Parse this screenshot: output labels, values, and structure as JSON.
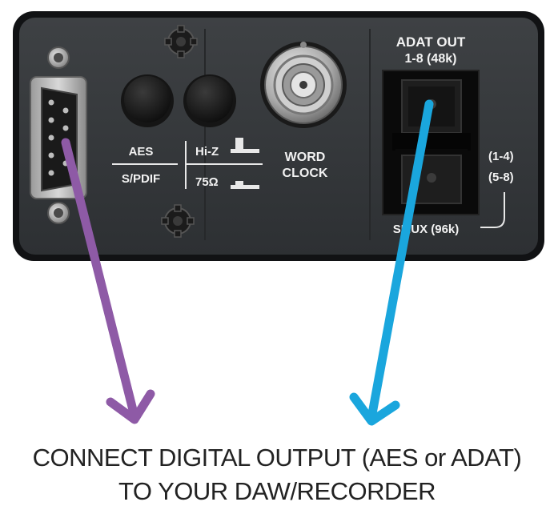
{
  "panel": {
    "labels": {
      "aes": "AES",
      "spdif": "S/PDIF",
      "hiz": "Hi-Z",
      "ohm75": "75Ω",
      "word": "WORD",
      "clock": "CLOCK",
      "adat_out": "ADAT OUT",
      "adat_range": "1-8 (48k)",
      "range_1_4": "(1-4)",
      "range_5_8": "(5-8)",
      "smux": "SMUX (96k)"
    }
  },
  "arrows": {
    "left_color": "#8e5aa6",
    "right_color": "#1aa6dd"
  },
  "caption": {
    "line1": "CONNECT DIGITAL OUTPUT (AES or ADAT)",
    "line2": "TO YOUR DAW/RECORDER"
  },
  "icons": [
    "db9-connector-icon",
    "bnc-connector-icon",
    "optical-port-icon",
    "screw-icon",
    "thumbscrew-icon",
    "push-button-icon"
  ]
}
